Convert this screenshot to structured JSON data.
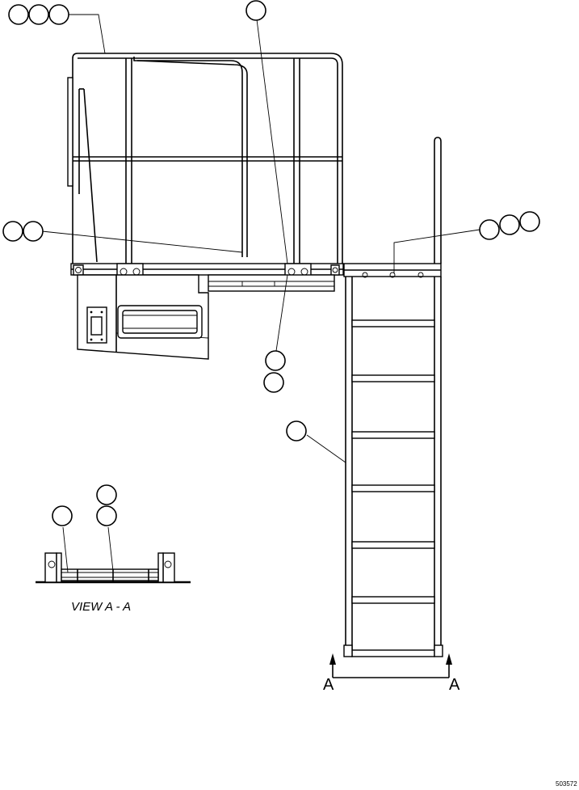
{
  "view_title": "VIEW A - A",
  "section_labels": {
    "left": "A",
    "right": "A"
  },
  "drawing_number": "503572",
  "colors": {
    "line": "#000000",
    "background": "#ffffff"
  }
}
